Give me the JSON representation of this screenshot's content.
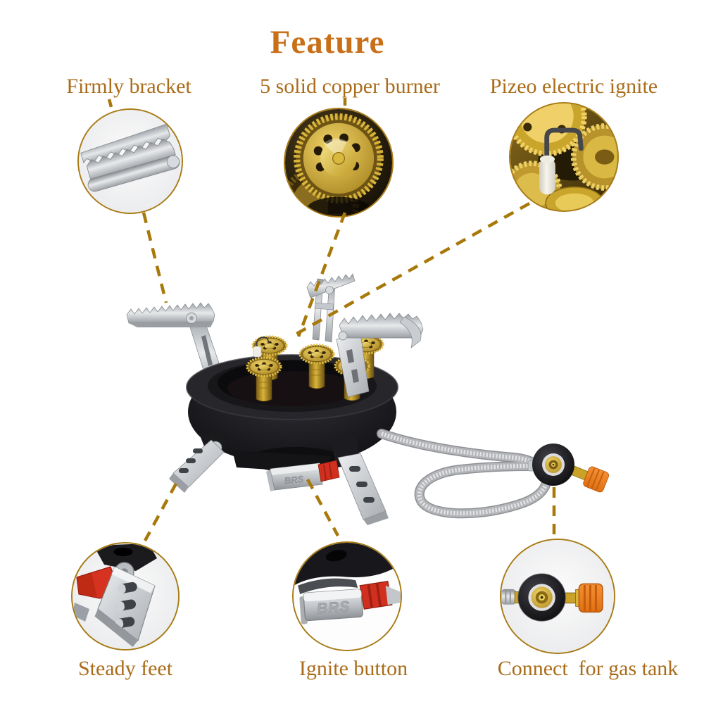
{
  "title": "Feature",
  "brand": "BRS",
  "features": [
    {
      "id": "firmly-bracket",
      "label": "Firmly bracket",
      "detail_icon": "serrated-bracket-closeup"
    },
    {
      "id": "copper-burner",
      "label": "5 solid copper burner",
      "detail_icon": "brass-burner-closeup"
    },
    {
      "id": "piezo-ignite",
      "label": "Pizeo electric ignite",
      "detail_icon": "piezo-electrode-closeup"
    },
    {
      "id": "steady-feet",
      "label": "Steady feet",
      "detail_icon": "folding-foot-closeup"
    },
    {
      "id": "ignite-button",
      "label": "Ignite button",
      "detail_icon": "ignite-button-closeup"
    },
    {
      "id": "gas-tank",
      "label": "Connect  for gas tank",
      "detail_icon": "gas-tank-adapter-closeup"
    }
  ],
  "colors": {
    "background": "#ffffff",
    "title_text": "#c96f17",
    "label_text": "#aa6c1a",
    "circle_border": "#a87b16",
    "callout_line": "#a8790a",
    "brass": "#c9a227",
    "stove_body": "#17171a",
    "steel": "#c9ccd0",
    "red_ignite": "#d2301e",
    "orange_valve": "#ee7d1f"
  }
}
